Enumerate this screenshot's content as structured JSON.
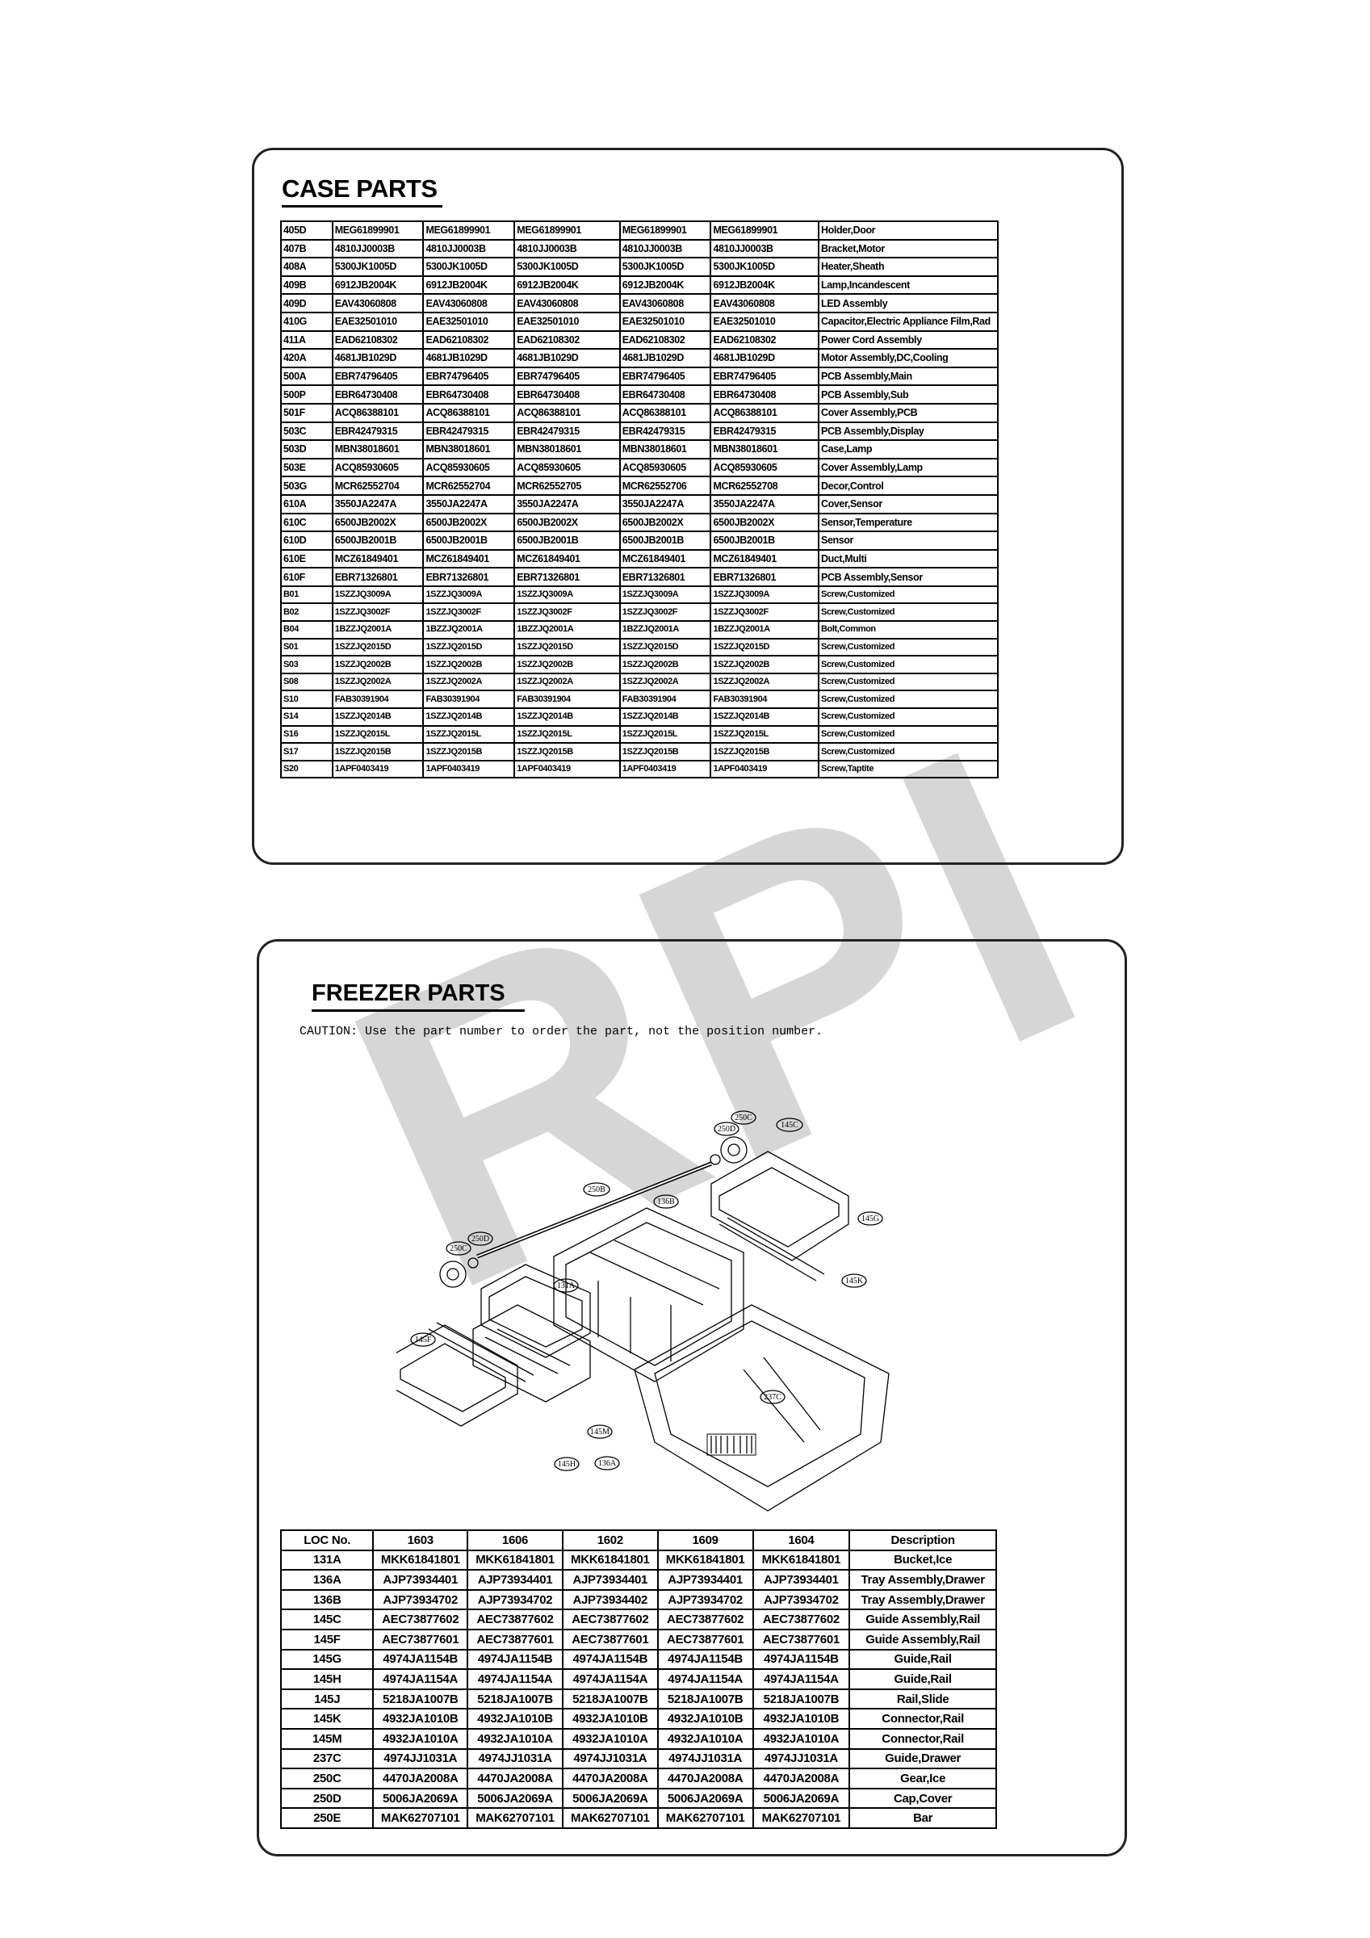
{
  "watermark": "RPI",
  "case_parts": {
    "title": "CASE PARTS",
    "rows": [
      [
        "405D",
        "MEG61899901",
        "MEG61899901",
        "MEG61899901",
        "MEG61899901",
        "MEG61899901",
        "Holder,Door"
      ],
      [
        "407B",
        "4810JJ0003B",
        "4810JJ0003B",
        "4810JJ0003B",
        "4810JJ0003B",
        "4810JJ0003B",
        "Bracket,Motor"
      ],
      [
        "408A",
        "5300JK1005D",
        "5300JK1005D",
        "5300JK1005D",
        "5300JK1005D",
        "5300JK1005D",
        "Heater,Sheath"
      ],
      [
        "409B",
        "6912JB2004K",
        "6912JB2004K",
        "6912JB2004K",
        "6912JB2004K",
        "6912JB2004K",
        "Lamp,Incandescent"
      ],
      [
        "409D",
        "EAV43060808",
        "EAV43060808",
        "EAV43060808",
        "EAV43060808",
        "EAV43060808",
        "LED Assembly"
      ],
      [
        "410G",
        "EAE32501010",
        "EAE32501010",
        "EAE32501010",
        "EAE32501010",
        "EAE32501010",
        "Capacitor,Electric Appliance Film,Rad"
      ],
      [
        "411A",
        "EAD62108302",
        "EAD62108302",
        "EAD62108302",
        "EAD62108302",
        "EAD62108302",
        "Power Cord Assembly"
      ],
      [
        "420A",
        "4681JB1029D",
        "4681JB1029D",
        "4681JB1029D",
        "4681JB1029D",
        "4681JB1029D",
        "Motor Assembly,DC,Cooling"
      ],
      [
        "500A",
        "EBR74796405",
        "EBR74796405",
        "EBR74796405",
        "EBR74796405",
        "EBR74796405",
        "PCB Assembly,Main"
      ],
      [
        "500P",
        "EBR64730408",
        "EBR64730408",
        "EBR64730408",
        "EBR64730408",
        "EBR64730408",
        "PCB Assembly,Sub"
      ],
      [
        "501F",
        "ACQ86388101",
        "ACQ86388101",
        "ACQ86388101",
        "ACQ86388101",
        "ACQ86388101",
        "Cover Assembly,PCB"
      ],
      [
        "503C",
        "EBR42479315",
        "EBR42479315",
        "EBR42479315",
        "EBR42479315",
        "EBR42479315",
        "PCB Assembly,Display"
      ],
      [
        "503D",
        "MBN38018601",
        "MBN38018601",
        "MBN38018601",
        "MBN38018601",
        "MBN38018601",
        "Case,Lamp"
      ],
      [
        "503E",
        "ACQ85930605",
        "ACQ85930605",
        "ACQ85930605",
        "ACQ85930605",
        "ACQ85930605",
        "Cover Assembly,Lamp"
      ],
      [
        "503G",
        "MCR62552704",
        "MCR62552704",
        "MCR62552705",
        "MCR62552706",
        "MCR62552708",
        "Decor,Control"
      ],
      [
        "610A",
        "3550JA2247A",
        "3550JA2247A",
        "3550JA2247A",
        "3550JA2247A",
        "3550JA2247A",
        "Cover,Sensor"
      ],
      [
        "610C",
        "6500JB2002X",
        "6500JB2002X",
        "6500JB2002X",
        "6500JB2002X",
        "6500JB2002X",
        "Sensor,Temperature"
      ],
      [
        "610D",
        "6500JB2001B",
        "6500JB2001B",
        "6500JB2001B",
        "6500JB2001B",
        "6500JB2001B",
        "Sensor"
      ],
      [
        "610E",
        "MCZ61849401",
        "MCZ61849401",
        "MCZ61849401",
        "MCZ61849401",
        "MCZ61849401",
        "Duct,Multi"
      ],
      [
        "610F",
        "EBR71326801",
        "EBR71326801",
        "EBR71326801",
        "EBR71326801",
        "EBR71326801",
        "PCB Assembly,Sensor"
      ],
      [
        "B01",
        "1SZZJQ3009A",
        "1SZZJQ3009A",
        "1SZZJQ3009A",
        "1SZZJQ3009A",
        "1SZZJQ3009A",
        "Screw,Customized"
      ],
      [
        "B02",
        "1SZZJQ3002F",
        "1SZZJQ3002F",
        "1SZZJQ3002F",
        "1SZZJQ3002F",
        "1SZZJQ3002F",
        "Screw,Customized"
      ],
      [
        "B04",
        "1BZZJQ2001A",
        "1BZZJQ2001A",
        "1BZZJQ2001A",
        "1BZZJQ2001A",
        "1BZZJQ2001A",
        "Bolt,Common"
      ],
      [
        "S01",
        "1SZZJQ2015D",
        "1SZZJQ2015D",
        "1SZZJQ2015D",
        "1SZZJQ2015D",
        "1SZZJQ2015D",
        "Screw,Customized"
      ],
      [
        "S03",
        "1SZZJQ2002B",
        "1SZZJQ2002B",
        "1SZZJQ2002B",
        "1SZZJQ2002B",
        "1SZZJQ2002B",
        "Screw,Customized"
      ],
      [
        "S08",
        "1SZZJQ2002A",
        "1SZZJQ2002A",
        "1SZZJQ2002A",
        "1SZZJQ2002A",
        "1SZZJQ2002A",
        "Screw,Customized"
      ],
      [
        "S10",
        "FAB30391904",
        "FAB30391904",
        "FAB30391904",
        "FAB30391904",
        "FAB30391904",
        "Screw,Customized"
      ],
      [
        "S14",
        "1SZZJQ2014B",
        "1SZZJQ2014B",
        "1SZZJQ2014B",
        "1SZZJQ2014B",
        "1SZZJQ2014B",
        "Screw,Customized"
      ],
      [
        "S16",
        "1SZZJQ2015L",
        "1SZZJQ2015L",
        "1SZZJQ2015L",
        "1SZZJQ2015L",
        "1SZZJQ2015L",
        "Screw,Customized"
      ],
      [
        "S17",
        "1SZZJQ2015B",
        "1SZZJQ2015B",
        "1SZZJQ2015B",
        "1SZZJQ2015B",
        "1SZZJQ2015B",
        "Screw,Customized"
      ],
      [
        "S20",
        "1APF0403419",
        "1APF0403419",
        "1APF0403419",
        "1APF0403419",
        "1APF0403419",
        "Screw,Taptite"
      ]
    ]
  },
  "freezer_parts": {
    "title": "FREEZER PARTS",
    "caution": "CAUTION: Use the part number to order the part, not the position number.",
    "headers": [
      "LOC No.",
      "1603",
      "1606",
      "1602",
      "1609",
      "1604",
      "Description"
    ],
    "rows": [
      [
        "131A",
        "MKK61841801",
        "MKK61841801",
        "MKK61841801",
        "MKK61841801",
        "MKK61841801",
        "Bucket,Ice"
      ],
      [
        "136A",
        "AJP73934401",
        "AJP73934401",
        "AJP73934401",
        "AJP73934401",
        "AJP73934401",
        "Tray Assembly,Drawer"
      ],
      [
        "136B",
        "AJP73934702",
        "AJP73934702",
        "AJP73934402",
        "AJP73934702",
        "AJP73934702",
        "Tray Assembly,Drawer"
      ],
      [
        "145C",
        "AEC73877602",
        "AEC73877602",
        "AEC73877602",
        "AEC73877602",
        "AEC73877602",
        "Guide Assembly,Rail"
      ],
      [
        "145F",
        "AEC73877601",
        "AEC73877601",
        "AEC73877601",
        "AEC73877601",
        "AEC73877601",
        "Guide Assembly,Rail"
      ],
      [
        "145G",
        "4974JA1154B",
        "4974JA1154B",
        "4974JA1154B",
        "4974JA1154B",
        "4974JA1154B",
        "Guide,Rail"
      ],
      [
        "145H",
        "4974JA1154A",
        "4974JA1154A",
        "4974JA1154A",
        "4974JA1154A",
        "4974JA1154A",
        "Guide,Rail"
      ],
      [
        "145J",
        "5218JA1007B",
        "5218JA1007B",
        "5218JA1007B",
        "5218JA1007B",
        "5218JA1007B",
        "Rail,Slide"
      ],
      [
        "145K",
        "4932JA1010B",
        "4932JA1010B",
        "4932JA1010B",
        "4932JA1010B",
        "4932JA1010B",
        "Connector,Rail"
      ],
      [
        "145M",
        "4932JA1010A",
        "4932JA1010A",
        "4932JA1010A",
        "4932JA1010A",
        "4932JA1010A",
        "Connector,Rail"
      ],
      [
        "237C",
        "4974JJ1031A",
        "4974JJ1031A",
        "4974JJ1031A",
        "4974JJ1031A",
        "4974JJ1031A",
        "Guide,Drawer"
      ],
      [
        "250C",
        "4470JA2008A",
        "4470JA2008A",
        "4470JA2008A",
        "4470JA2008A",
        "4470JA2008A",
        "Gear,Ice"
      ],
      [
        "250D",
        "5006JA2069A",
        "5006JA2069A",
        "5006JA2069A",
        "5006JA2069A",
        "5006JA2069A",
        "Cap,Cover"
      ],
      [
        "250E",
        "MAK62707101",
        "MAK62707101",
        "MAK62707101",
        "MAK62707101",
        "MAK62707101",
        "Bar"
      ]
    ],
    "callouts": [
      "250C",
      "250D",
      "145C",
      "250B",
      "136B",
      "145G",
      "250C",
      "250D",
      "131A",
      "145K",
      "145F",
      "237C",
      "145M",
      "145H",
      "136A"
    ]
  }
}
